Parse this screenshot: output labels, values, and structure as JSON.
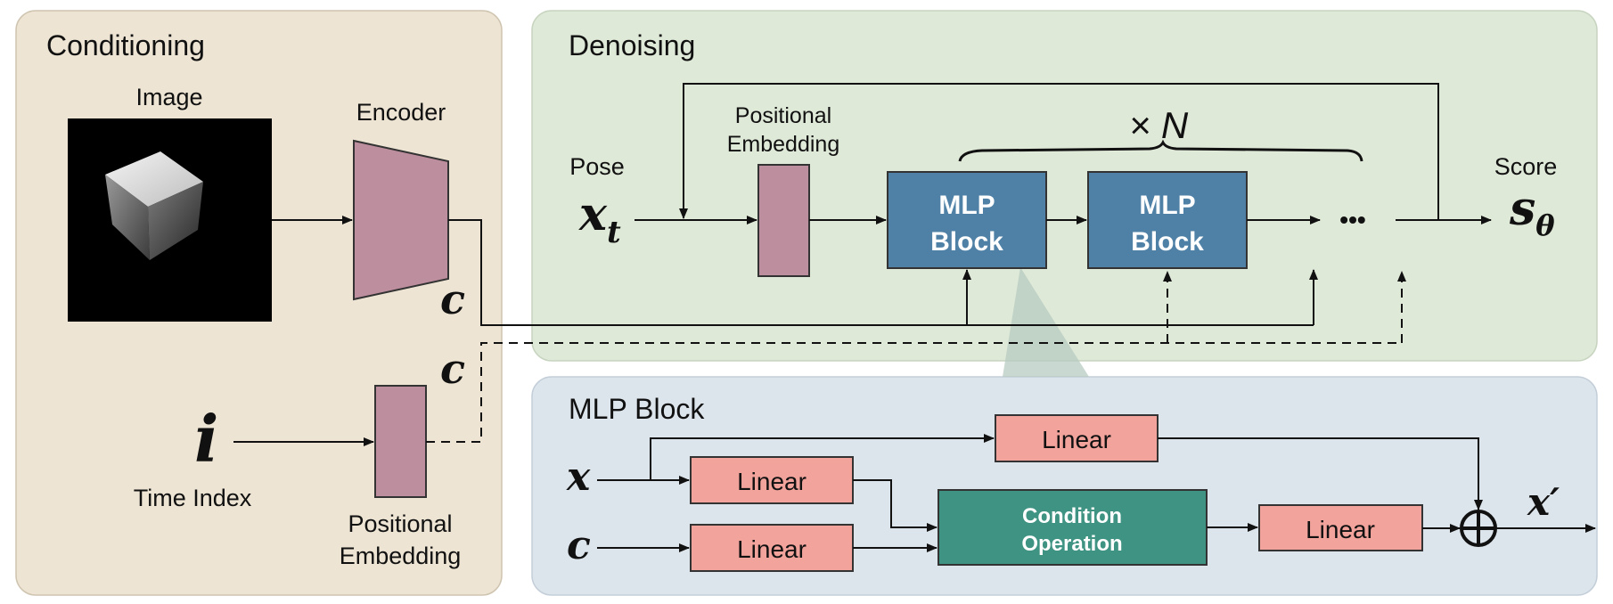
{
  "panels": {
    "conditioning": "Conditioning",
    "denoising": "Denoising",
    "mlp_block": "MLP Block"
  },
  "conditioning": {
    "image_label": "Image",
    "encoder_label": "Encoder",
    "c_symbol": "c",
    "c2_symbol": "c",
    "time_symbol": "i",
    "time_label": "Time Index",
    "pos_emb_line1": "Positional",
    "pos_emb_line2": "Embedding"
  },
  "denoising": {
    "pose_label": "Pose",
    "pose_symbol": "x",
    "pose_sub": "t",
    "pos_emb_line1": "Positional",
    "pos_emb_line2": "Embedding",
    "repeat_label": "× N",
    "block1_line1": "MLP",
    "block1_line2": "Block",
    "block2_line1": "MLP",
    "block2_line2": "Block",
    "ellipsis": "•••",
    "score_label": "Score",
    "score_symbol": "s",
    "score_sub": "θ"
  },
  "mlp": {
    "x_in": "x",
    "c_in": "c",
    "linear_top": "Linear",
    "linear_x": "Linear",
    "linear_c": "Linear",
    "cond_line1": "Condition",
    "cond_line2": "Operation",
    "linear_out": "Linear",
    "x_out": "x′",
    "plus_symbol": "⊕"
  },
  "colors": {
    "conditioning_bg": "#ede4d3",
    "denoising_bg": "#dfe9d8",
    "mlp_bg": "#dde5ec",
    "embedding": "#bd8e9d",
    "mlp_block": "#4f81a6",
    "linear": "#f2a39c",
    "condition_op": "#3f9382"
  }
}
